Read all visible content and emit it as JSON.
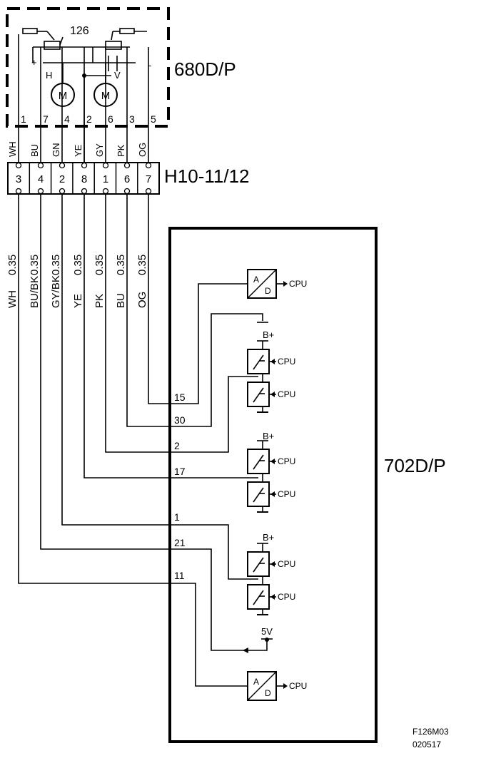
{
  "figure_code": "F126M03",
  "figure_date": "020517",
  "modules": {
    "actuator": {
      "name": "680D/P",
      "part": "126",
      "motor_labels": [
        "H",
        "V"
      ],
      "motor_symbol": "M",
      "plus": "+",
      "minus": "-"
    },
    "control": {
      "name": "702D/P"
    }
  },
  "connector": {
    "name": "H10-11/12",
    "cavities": [
      "3",
      "4",
      "2",
      "8",
      "1",
      "6",
      "7"
    ],
    "top_pins": [
      "1",
      "7",
      "4",
      "2",
      "6",
      "3",
      "5"
    ],
    "top_colors": [
      "WH",
      "BU",
      "GN",
      "YE",
      "GY",
      "PK",
      "OG"
    ]
  },
  "harness": [
    {
      "color": "WH",
      "size": "0.35"
    },
    {
      "color": "BU/BK",
      "size": "0.35"
    },
    {
      "color": "GY/BK",
      "size": "0.35"
    },
    {
      "color": "YE",
      "size": "0.35"
    },
    {
      "color": "PK",
      "size": "0.35"
    },
    {
      "color": "BU",
      "size": "0.35"
    },
    {
      "color": "OG",
      "size": "0.35"
    }
  ],
  "control_pins": [
    "15",
    "30",
    "2",
    "17",
    "1",
    "21",
    "11"
  ],
  "cpu_label": "CPU",
  "supply": {
    "bplus": "B+",
    "five_v": "5V"
  },
  "adc": {
    "a": "A",
    "d": "D"
  }
}
